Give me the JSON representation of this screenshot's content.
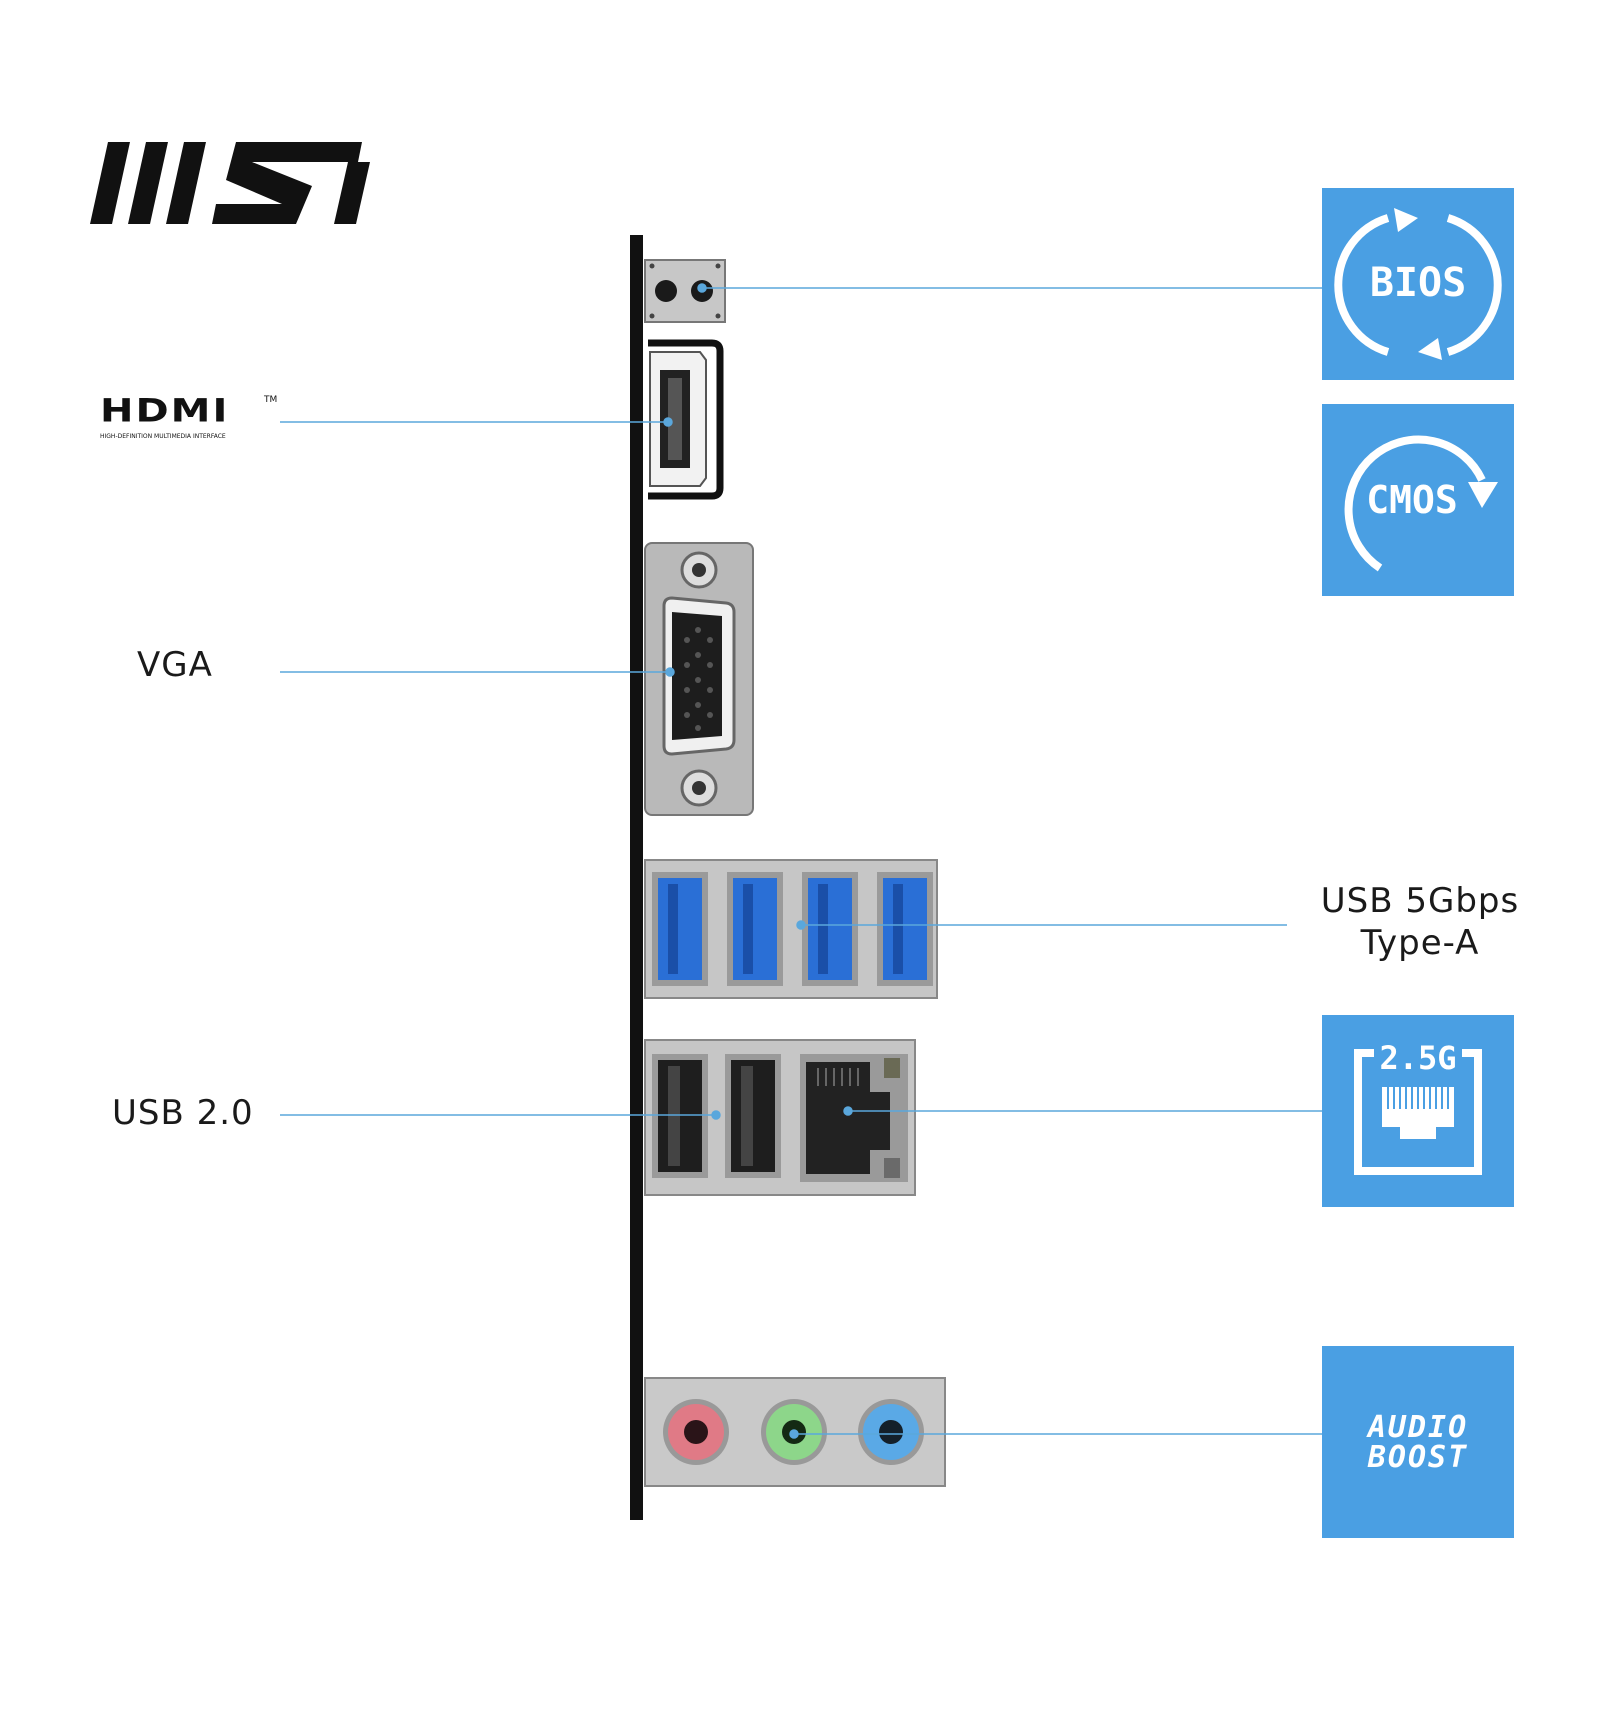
{
  "brand": {
    "logo_text": "MSI"
  },
  "labels": {
    "hdmi_logo_text": "HDMI",
    "hdmi_tm": "TM",
    "hdmi_subtext": "HIGH-DEFINITION MULTIMEDIA INTERFACE",
    "vga": "VGA",
    "usb2": "USB 2.0",
    "usb5_line1": "USB 5Gbps",
    "usb5_line2": "Type-A"
  },
  "badges": {
    "bios": "BIOS",
    "cmos": "CMOS",
    "lan": "2.5G",
    "audio_line1": "AUDIO",
    "audio_line2": "BOOST"
  },
  "colors": {
    "accent": "#4a9fe3",
    "leader_line": "#5aa7dc",
    "panel_bar": "#111111",
    "usb3_blue": "#2a6fd6",
    "audio_pink": "#e07a86",
    "audio_green": "#8dd68a",
    "audio_blue": "#5aa9e6"
  }
}
